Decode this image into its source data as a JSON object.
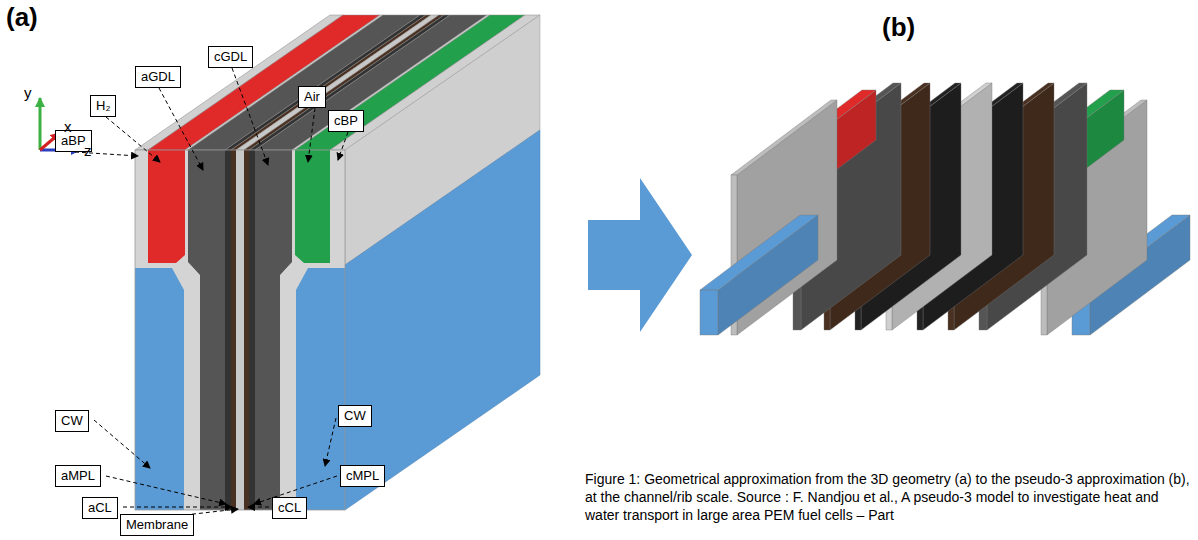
{
  "diagram": {
    "caption": "Figure 1: Geometrical approximation from the 3D geometry (a) to the pseudo-3 approximation (b), at the channel/rib scale. Source : F. Nandjou et al., A pseudo-3 model to investigate heat and water transport in large area PEM fuel cells – Part",
    "nodes": [
      {
        "text": [
          "aGDL"
        ]
      },
      {
        "text": [
          "cGDL"
        ]
      },
      {
        "text": [
          "H₂"
        ]
      },
      {
        "text": [
          "Air"
        ]
      },
      {
        "text": [
          "aBP"
        ]
      },
      {
        "text": [
          "cBP"
        ]
      },
      {
        "text": [
          "CW"
        ]
      },
      {
        "text": [
          "CW"
        ]
      },
      {
        "text": [
          "aMPL"
        ]
      },
      {
        "text": [
          "cMPL"
        ]
      },
      {
        "text": [
          "aCL"
        ]
      },
      {
        "text": [
          "cCL"
        ]
      },
      {
        "text": [
          "Membrane"
        ]
      }
    ],
    "labels": [
      "(a)",
      "(b)",
      "y",
      "x",
      "z"
    ]
  }
}
